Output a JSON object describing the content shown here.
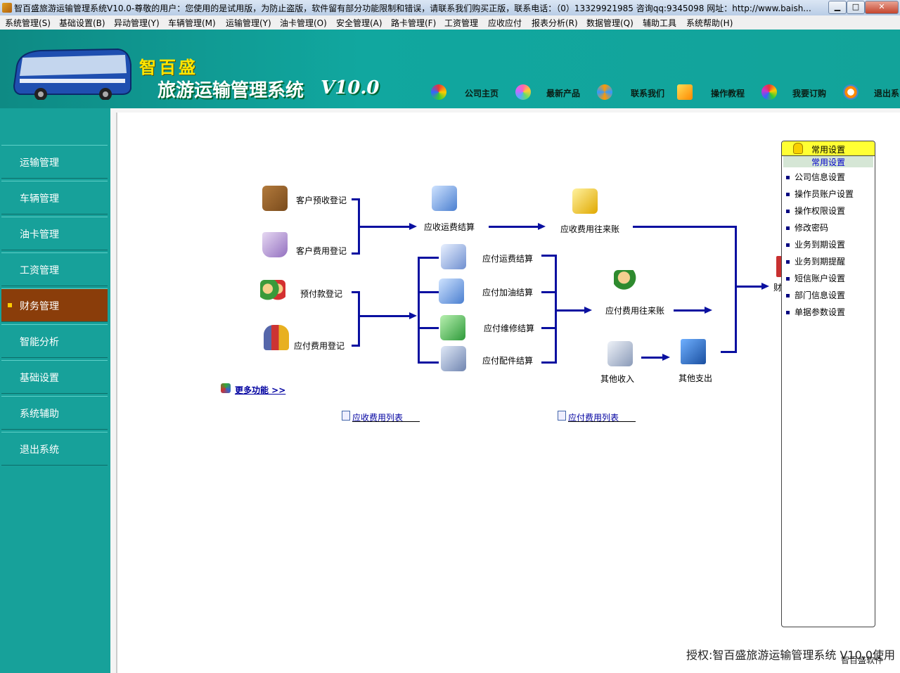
{
  "window": {
    "title": "智百盛旅游运输管理系统V10.0-尊敬的用户：您使用的是试用版，为防止盗版，软件留有部分功能限制和错误，请联系我们购买正版，联系电话：（0）13329921985 咨询qq:9345098  网址：http://www.baish...",
    "minimize": "▁",
    "maximize": "□",
    "close": "✕"
  },
  "menu": [
    "系统管理(S)",
    "基础设置(B)",
    "异动管理(Y)",
    "车辆管理(M)",
    "运输管理(Y)",
    "油卡管理(O)",
    "安全管理(A)",
    "路卡管理(F)",
    "工资管理",
    "应收应付",
    "报表分析(R)",
    "数据管理(Q)",
    "辅助工具",
    "系统帮助(H)"
  ],
  "brand": {
    "small": "智百盛",
    "big": "旅游运输管理系统",
    "version": "V10.0"
  },
  "topnav": [
    "公司主页",
    "最新产品",
    "联系我们",
    "操作教程",
    "我要订购",
    "退出系"
  ],
  "sidebar": {
    "items": [
      "运输管理",
      "车辆管理",
      "油卡管理",
      "工资管理",
      "财务管理",
      "智能分析",
      "基础设置",
      "系统辅助",
      "退出系统"
    ],
    "active": "财务管理"
  },
  "flow": {
    "customer_prereceive": "客户预收登记",
    "customer_fee": "客户费用登记",
    "receivable_freight": "应收运费结算",
    "receivable_account": "应收费用往来账",
    "prepay": "预付款登记",
    "payable_fee": "应付费用登记",
    "payable_freight": "应付运费结算",
    "payable_fuel": "应付加油结算",
    "payable_repair": "应付维修结算",
    "payable_parts": "应付配件结算",
    "payable_account": "应付费用往来账",
    "other_income": "其他收入",
    "other_expense": "其他支出",
    "partial_right": "财",
    "more": "更多功能 >>",
    "receivable_list": "应收费用列表",
    "payable_list": "应付费用列表"
  },
  "rpanel": {
    "header": "常用设置",
    "subheader": "常用设置",
    "items": [
      "公司信息设置",
      "操作员账户设置",
      "操作权限设置",
      "修改密码",
      "业务到期设置",
      "业务到期提醒",
      "短信账户设置",
      "部门信息设置",
      "单据参数设置"
    ]
  },
  "footer": {
    "license": "授权:智百盛旅游运输管理系统 V10.0使用",
    "company": "智百盛软件"
  }
}
